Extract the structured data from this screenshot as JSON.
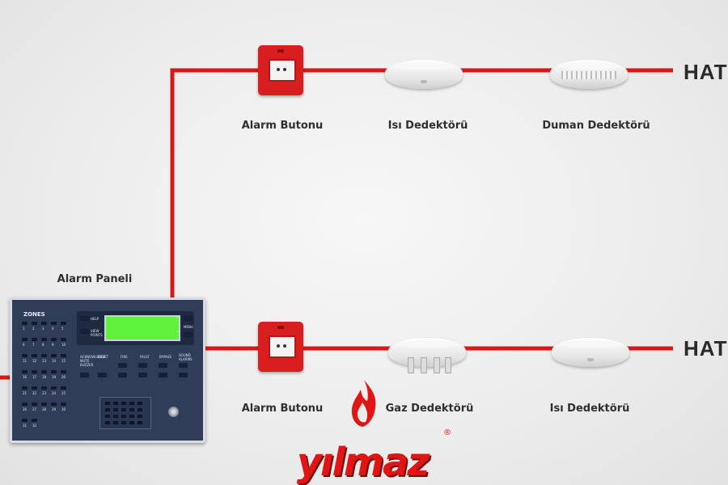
{
  "colors": {
    "line": "#d11a1a",
    "background": "#ececec",
    "brand_red": "#e01515",
    "lcd_green": "#5ff23a"
  },
  "panel": {
    "label": "Alarm Paneli",
    "zones_title": "ZONES",
    "buttons": [
      "HELP",
      "VIEW POINTS",
      "MENU",
      "ACKNOWLEDGE MUTE BUZZER",
      "RESET",
      "FIRE",
      "FAULT",
      "BYPASS",
      "SOUND ALARMS"
    ],
    "zones": [
      "1",
      "2",
      "3",
      "4",
      "5",
      "6",
      "7",
      "8",
      "9",
      "10",
      "11",
      "12",
      "13",
      "14",
      "15",
      "16",
      "17",
      "18",
      "19",
      "20",
      "21",
      "22",
      "23",
      "24",
      "25",
      "26",
      "27",
      "28",
      "29",
      "30",
      "31",
      "32"
    ],
    "icons": [
      "lcd-display",
      "keypad",
      "key-lock"
    ]
  },
  "line1": {
    "end_label": "HAT",
    "devices": [
      {
        "label": "Alarm Butonu",
        "icon": "manual-call-point"
      },
      {
        "label": "Isı Dedektörü",
        "icon": "heat-detector"
      },
      {
        "label": "Duman Dedektörü",
        "icon": "smoke-detector"
      }
    ]
  },
  "line2": {
    "end_label": "HAT",
    "devices": [
      {
        "label": "Alarm Butonu",
        "icon": "manual-call-point"
      },
      {
        "label": "Gaz Dedektörü",
        "icon": "gas-detector"
      },
      {
        "label": "Isı Dedektörü",
        "icon": "heat-detector"
      }
    ]
  },
  "logo": {
    "text": "yılmaz",
    "registered": "®",
    "icon": "flame-logo"
  }
}
